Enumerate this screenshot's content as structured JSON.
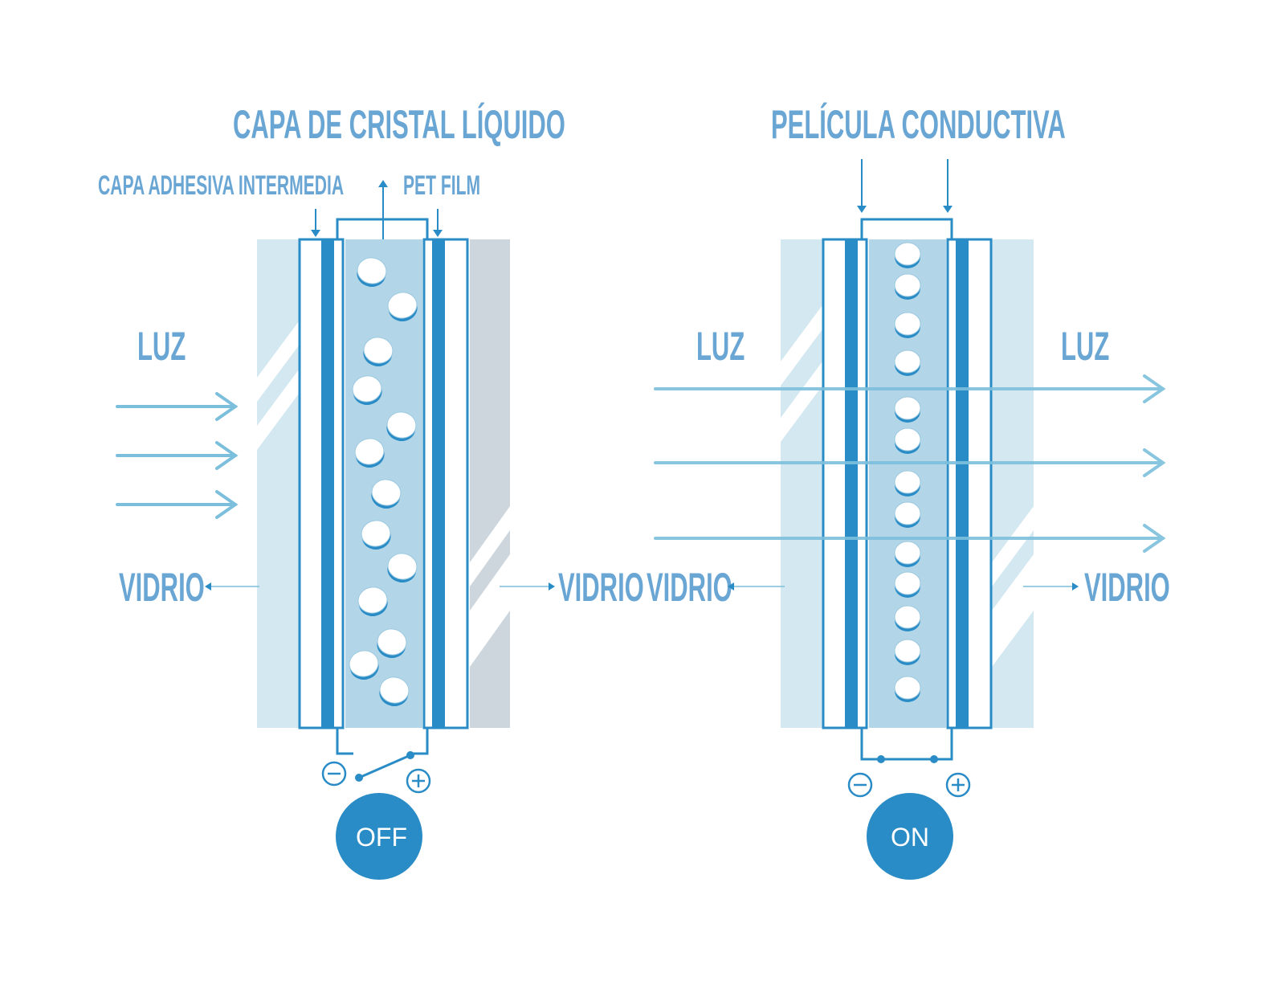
{
  "colors": {
    "label": "#6aa6d4",
    "stroke": "#2a8cc6",
    "dark_blue": "#2a8cc6",
    "glass_light": "#d3e8f1",
    "glass_grey": "#ccd6dc",
    "lc_fill": "#b2d6e8",
    "light_arrow": "#7cbfdc",
    "button": "#2a8cc6"
  },
  "off_panel": {
    "title": "CAPA DE CRISTAL LÍQUIDO",
    "adhesive_label": "CAPA ADHESIVA INTERMEDIA",
    "pet_label": "PET FILM",
    "light_label": "LUZ",
    "glass_left_label": "VIDRIO",
    "glass_right_label": "VIDRIO",
    "minus_symbol": "−",
    "plus_symbol": "+",
    "state_button": "OFF",
    "switch_state": "open",
    "light_transmitted": false
  },
  "on_panel": {
    "title": "PELÍCULA CONDUCTIVA",
    "light_label_in": "LUZ",
    "light_label_out": "LUZ",
    "glass_left_label": "VIDRIO",
    "glass_right_label": "VIDRIO",
    "minus_symbol": "−",
    "plus_symbol": "+",
    "state_button": "ON",
    "switch_state": "closed",
    "light_transmitted": true
  }
}
